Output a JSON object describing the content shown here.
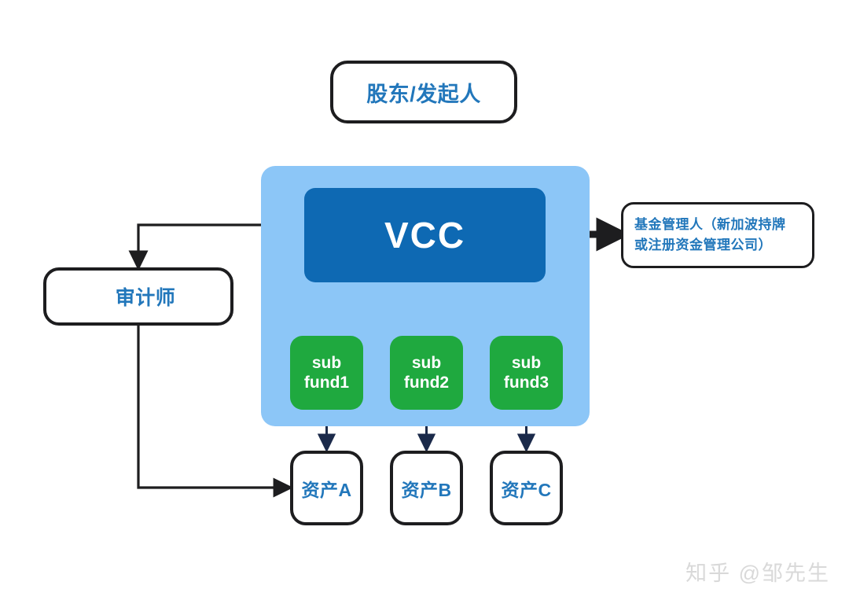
{
  "diagram": {
    "title": "VCC (Variable Capital Company) fund structure diagram",
    "background_color": "#ffffff",
    "panel_color": "#8cc6f7",
    "vcc_color": "#0e69b3",
    "subfund_color": "#1fa93f",
    "text_accent_color": "#2277bb",
    "outline_color": "#1d1d1f"
  },
  "nodes": {
    "shareholder": {
      "label": "股东/发起人",
      "shape": "rounded-rect",
      "style": "white-box-black-outline"
    },
    "vcc": {
      "label": "VCC",
      "shape": "rounded-rect",
      "style": "dark-blue-filled"
    },
    "fund_manager": {
      "line1": "基金管理人（新加波持牌",
      "line2": "或注册资金管理公司）",
      "shape": "rounded-rect",
      "style": "white-box-black-outline"
    },
    "auditor": {
      "label": "审计师",
      "shape": "rounded-rect",
      "style": "white-box-black-outline"
    },
    "subfunds": [
      {
        "line1": "sub",
        "line2": "fund1"
      },
      {
        "line1": "sub",
        "line2": "fund2"
      },
      {
        "line1": "sub",
        "line2": "fund3"
      }
    ],
    "assets": [
      {
        "label": "资产A"
      },
      {
        "label": "资产B"
      },
      {
        "label": "资产C"
      }
    ]
  },
  "edges": [
    {
      "name": "vcc-to-auditor",
      "from": "vcc",
      "to": "auditor",
      "style": "thin-elbow-arrow",
      "color": "#1d1d1f"
    },
    {
      "name": "vcc-to-fund-manager",
      "from": "vcc",
      "to": "fund_manager",
      "style": "thick-straight-arrow",
      "color": "#1d1d1f"
    },
    {
      "name": "auditor-to-asset-a",
      "from": "auditor",
      "to": "asset-a",
      "style": "thin-elbow-arrow",
      "color": "#1d1d1f"
    },
    {
      "name": "subfund1-to-asset-a",
      "from": "subfund-1",
      "to": "asset-a",
      "style": "thin-straight-arrow",
      "color": "#1b2a4a"
    },
    {
      "name": "subfund2-to-asset-b",
      "from": "subfund-2",
      "to": "asset-b",
      "style": "thin-straight-arrow",
      "color": "#1b2a4a"
    },
    {
      "name": "subfund3-to-asset-c",
      "from": "subfund-3",
      "to": "asset-c",
      "style": "thin-straight-arrow",
      "color": "#1b2a4a"
    }
  ],
  "watermark": {
    "text": "知乎 @邹先生"
  }
}
